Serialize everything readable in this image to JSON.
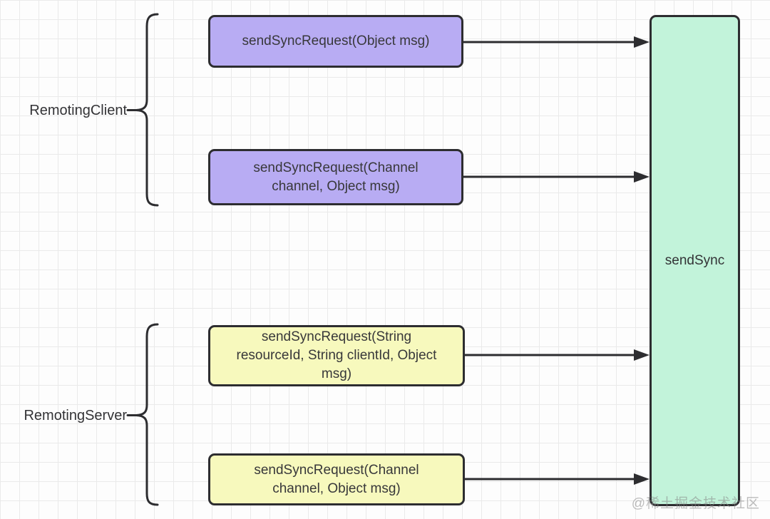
{
  "canvas": {
    "background_color": "#fdfdfd",
    "grid_color": "#eaeaea"
  },
  "diagram": {
    "groups": [
      {
        "label": "RemotingClient",
        "box_fill": "#b8acf3",
        "methods": [
          {
            "label": "sendSyncRequest(Object msg)"
          },
          {
            "label": "sendSyncRequest(Channel\nchannel, Object msg)"
          }
        ]
      },
      {
        "label": "RemotingServer",
        "box_fill": "#f7f9bd",
        "methods": [
          {
            "label": "sendSyncRequest(String\nresourceId, String clientId, Object\nmsg)"
          },
          {
            "label": "sendSyncRequest(Channel\nchannel, Object msg)"
          }
        ]
      }
    ],
    "target": {
      "label": "sendSync",
      "fill": "#c2f3da"
    },
    "connector_color": "#2d2d30",
    "watermark": "@稀土掘金技术社区"
  }
}
